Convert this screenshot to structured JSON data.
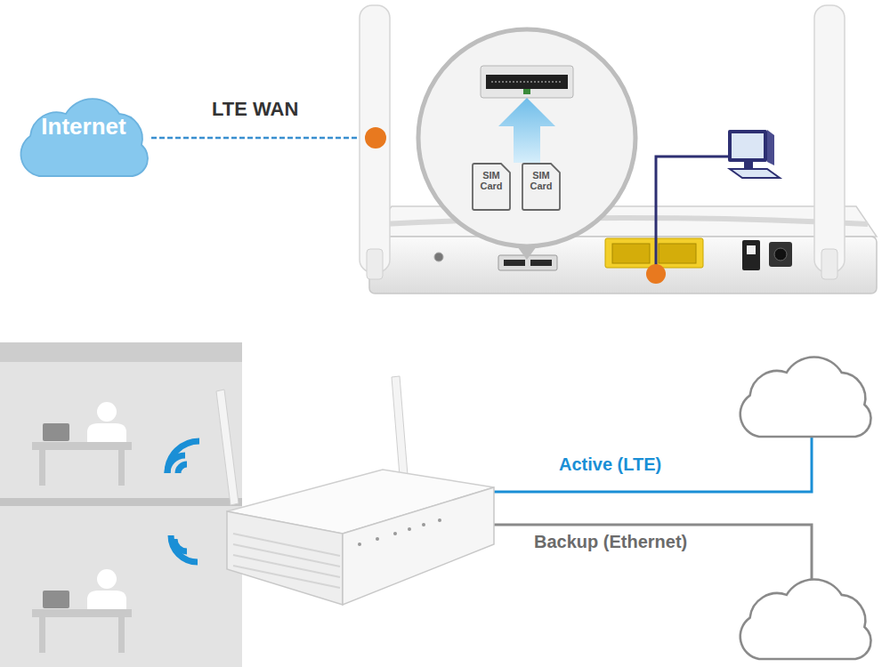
{
  "diagram": {
    "nodes": [
      {
        "text": [
          "Internet"
        ]
      },
      {
        "text": [
          "SIM Card"
        ]
      },
      {
        "text": [
          "SIM Card"
        ]
      }
    ],
    "labels": [
      "LTE WAN",
      "Active (LTE)",
      "Backup (Ethernet)"
    ]
  }
}
